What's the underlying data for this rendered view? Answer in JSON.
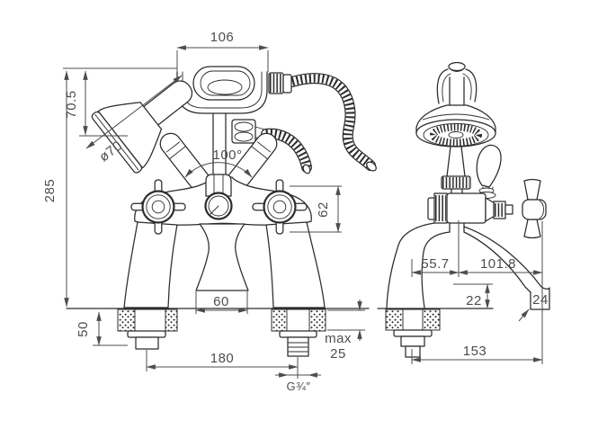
{
  "drawing": {
    "kind": "technical-dimension-drawing",
    "subject": "bath shower mixer tap with handset, front view and side view"
  },
  "front_view": {
    "dim_handset_width": "106",
    "dim_handset_height": "70.5",
    "dim_head_diameter": "ø70",
    "dim_overall_height": "285",
    "dim_diverter_angle": "100°",
    "dim_handle_span": "62",
    "dim_spout_mouth": "60",
    "dim_deck_max_label": "max",
    "dim_deck_max_value": "25",
    "dim_shank_height": "50",
    "dim_tap_centres": "180",
    "dim_thread": "G¾″"
  },
  "side_view": {
    "dim_front_offset": "55.7",
    "dim_handle_reach": "101.8",
    "dim_spout_clearance": "22",
    "dim_spout_tip": "24",
    "dim_total_reach": "153"
  },
  "colors": {
    "line": "#2b2b2b",
    "dimension": "#4d4d4d",
    "background": "#ffffff"
  }
}
